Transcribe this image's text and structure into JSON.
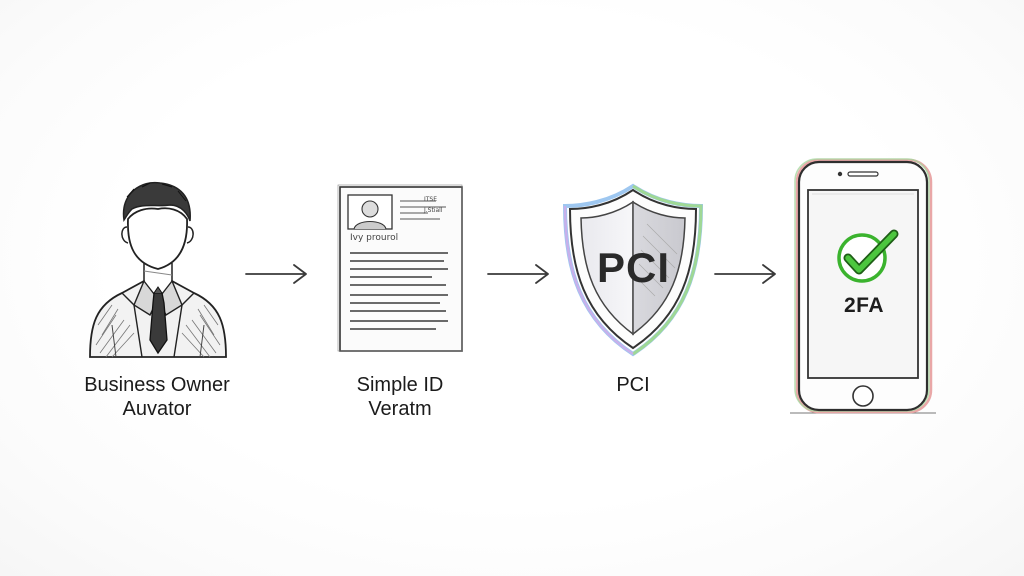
{
  "steps": [
    {
      "id": "business-owner",
      "label_line1": "Business Owner",
      "label_line2": "Auvator"
    },
    {
      "id": "simple-id",
      "label_line1": "Simple ID",
      "label_line2": "Veratm",
      "doc_heading": "Ivy prourol",
      "doc_small_1": "ITSE",
      "doc_small_2": "J.Stiall"
    },
    {
      "id": "pci",
      "label_line1": "PCI",
      "shield_text": "PCI"
    },
    {
      "id": "2fa",
      "screen_text": "2FA"
    }
  ],
  "icons": [
    "person-sketch-icon",
    "id-document-icon",
    "shield-icon",
    "smartphone-icon",
    "checkmark-icon",
    "arrow-right-icon"
  ],
  "colors": {
    "ink": "#2b2b2b",
    "check_green": "#3bb32e"
  }
}
